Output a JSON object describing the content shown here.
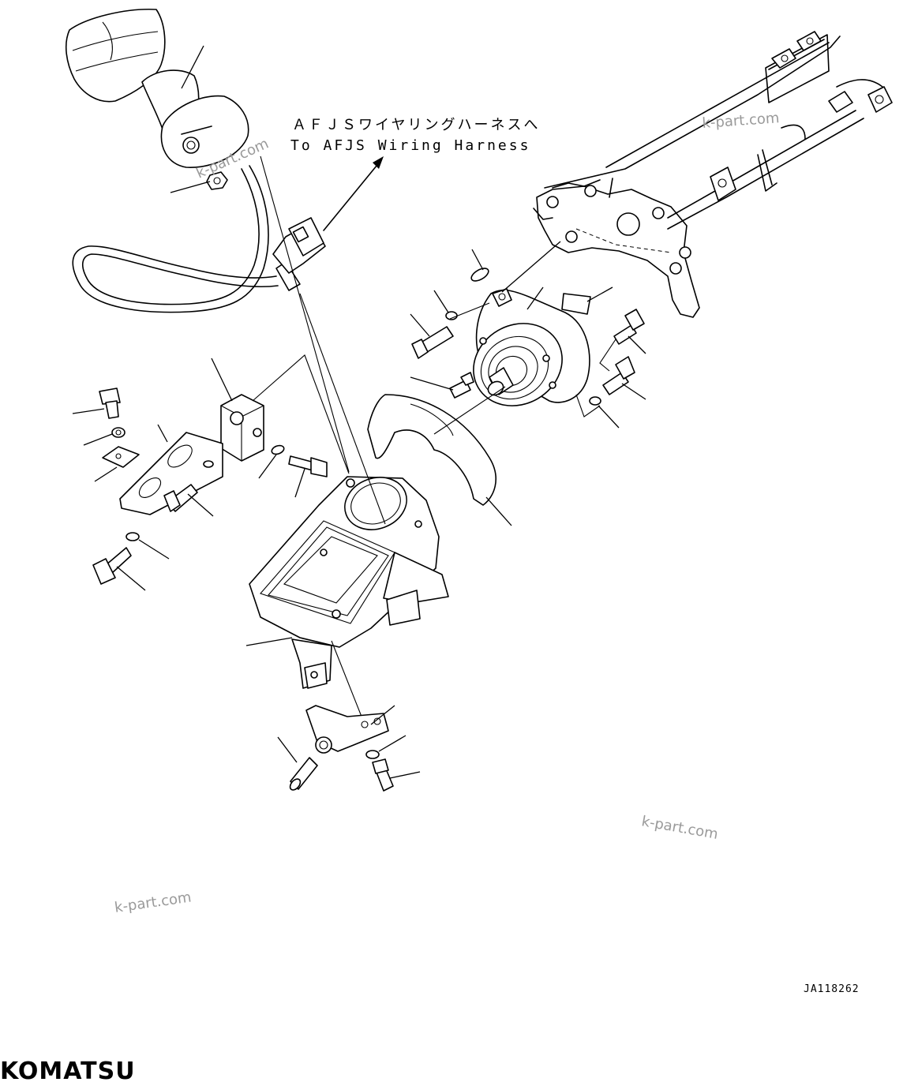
{
  "callout": {
    "japanese": "ＡＦＪＳワイヤリングハーネスへ",
    "english": "To AFJS Wiring Harness"
  },
  "drawing_code": "JA118262",
  "watermark": "k-part.com",
  "brand": "KOMATSU"
}
